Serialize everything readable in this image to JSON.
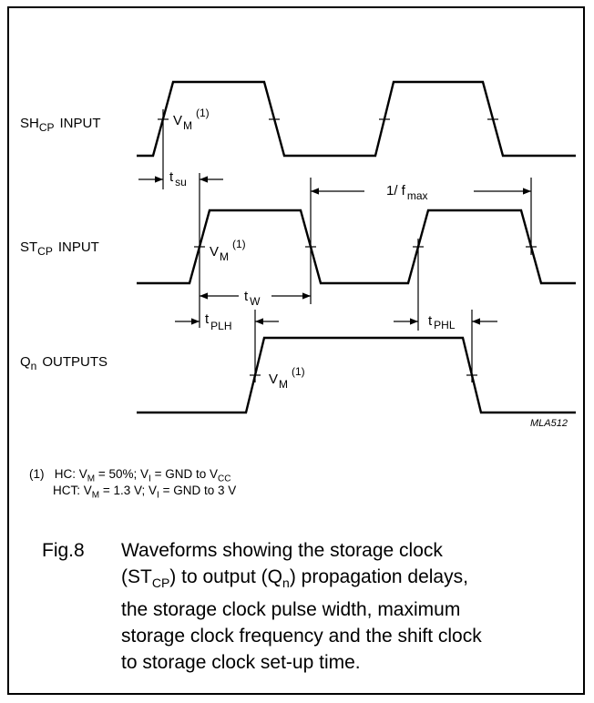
{
  "labels": {
    "sh_main": "SH",
    "sh_sub": "CP",
    "sh_tail": "INPUT",
    "st_main": "ST",
    "st_sub": "CP",
    "st_tail": "INPUT",
    "q_main": "Q",
    "q_sub": "n",
    "q_tail": "OUTPUTS"
  },
  "timing": {
    "t": "t",
    "su": "su",
    "w": "W",
    "plh": "PLH",
    "phl": "PHL",
    "fmax_prefix": "1/ f",
    "fmax_sub": "max",
    "vm": "V",
    "vm_sub": "M",
    "vm_note": "(1)"
  },
  "code": "MLA512",
  "note": {
    "marker": "(1)",
    "hc_prefix": "HC: V",
    "hc_sub1": "M",
    "hc_mid": " = 50%; V",
    "hc_sub2": "I",
    "hc_mid2": " = GND to V",
    "hc_sub3": "CC",
    "hct_prefix": "HCT: V",
    "hct_sub1": "M",
    "hct_mid": " = 1.3 V; V",
    "hct_sub2": "I",
    "hct_end": " = GND to 3 V"
  },
  "caption": {
    "fig": "Fig.8",
    "l1": "Waveforms showing the storage clock",
    "l2a": "(ST",
    "l2sub1": "CP",
    "l2b": ") to output (Q",
    "l2sub2": "n",
    "l2c": ") propagation delays,",
    "l3": "the storage clock pulse width, maximum",
    "l4": "storage clock frequency and the shift clock",
    "l5": "to storage clock set-up time."
  }
}
